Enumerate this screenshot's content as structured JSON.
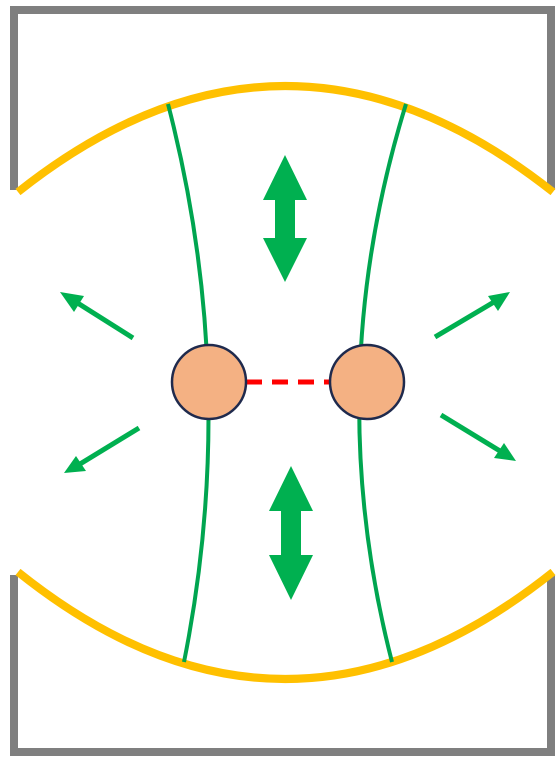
{
  "colors": {
    "frame": "#7f7f7f",
    "arc": "#ffc000",
    "field_line": "#00a550",
    "arrow": "#00b050",
    "particle_fill": "#f4b183",
    "particle_stroke": "#1f2a4d",
    "bond": "#ff0000",
    "background": "#ffffff"
  },
  "icons": {
    "particle": "circle",
    "bond": "dashed-line",
    "vertical_arrow": "double-headed-arrow",
    "diagonal_arrow": "single-headed-arrow"
  }
}
